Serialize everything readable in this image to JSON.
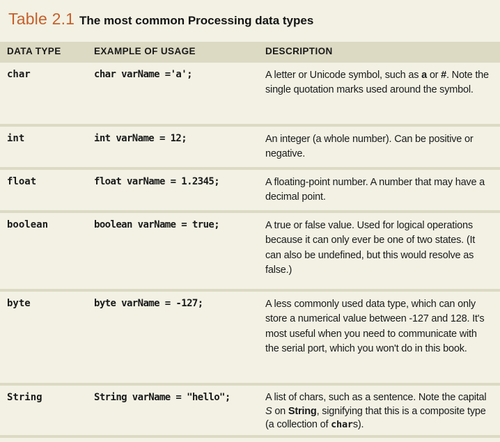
{
  "caption": {
    "number": "Table 2.1",
    "title": "The most common Processing data types"
  },
  "headers": {
    "type": "DATA TYPE",
    "example": "EXAMPLE OF USAGE",
    "description": "DESCRIPTION"
  },
  "rows": [
    {
      "type": "char",
      "example": "char varName ='a';",
      "desc": [
        {
          "t": "A letter or Unicode symbol, such as "
        },
        {
          "t": "a",
          "b": true
        },
        {
          "t": " or "
        },
        {
          "t": "#",
          "b": true
        },
        {
          "t": ". Note the single quotation marks used around the symbol."
        }
      ]
    },
    {
      "type": "int",
      "example": "int varName = 12;",
      "desc": [
        {
          "t": "An integer (a whole number). Can be positive or negative."
        }
      ]
    },
    {
      "type": "float",
      "example": "float varName = 1.2345;",
      "desc": [
        {
          "t": "A floating-point number. A number that may have a decimal point."
        }
      ]
    },
    {
      "type": "boolean",
      "example": "boolean varName = true;",
      "desc": [
        {
          "t": "A true or false value. Used for logical operations because it can only ever be one of two states. (It can also be undefined, but this would resolve as false.)"
        }
      ]
    },
    {
      "type": "byte",
      "example": "byte varName = -127;",
      "desc": [
        {
          "t": "A less commonly used data type, which can only store a numerical value between -127 and 128. It's most useful when you need to communicate with the serial port, which you won't do in this book."
        }
      ]
    },
    {
      "type": "String",
      "example": "String varName = \"hello\";",
      "desc": [
        {
          "t": "A list of chars, such as a sentence. Note the capital "
        },
        {
          "t": "S",
          "i": true
        },
        {
          "t": " on "
        },
        {
          "t": "String",
          "b": true
        },
        {
          "t": ", signifying that this is a composite type (a collection of "
        },
        {
          "t": "char",
          "m": true
        },
        {
          "t": "s)."
        }
      ]
    }
  ]
}
